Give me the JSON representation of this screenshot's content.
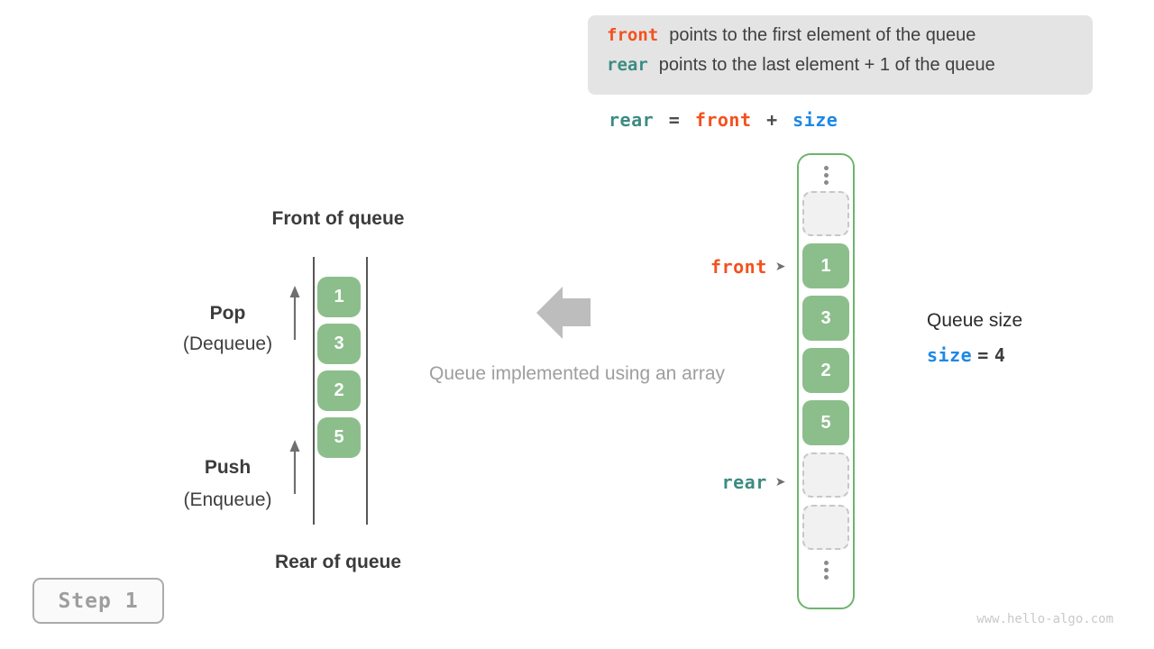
{
  "info_box": {
    "lines": [
      {
        "keyword": "front",
        "text": "points to the first element of the queue"
      },
      {
        "keyword": "rear",
        "text": "points to the last element + 1 of the queue"
      }
    ]
  },
  "formula": {
    "rear": "rear",
    "eq": "=",
    "front": "front",
    "plus": "+",
    "size": "size"
  },
  "left_diagram": {
    "front_label": "Front of queue",
    "rear_label": "Rear of queue",
    "pop": "Pop",
    "pop_sub": "(Dequeue)",
    "push": "Push",
    "push_sub": "(Enqueue)",
    "values": [
      "1",
      "3",
      "2",
      "5"
    ]
  },
  "center": {
    "caption": "Queue implemented using an array"
  },
  "array": {
    "cells": [
      "1",
      "3",
      "2",
      "5"
    ],
    "front_pointer": "front",
    "rear_pointer": "rear",
    "pointer_arrow": "➤"
  },
  "queue_size": {
    "title": "Queue size",
    "var": "size",
    "eq": "=",
    "value": "4"
  },
  "step_badge": "Step 1",
  "watermark": "www.hello-algo.com",
  "colors": {
    "front_orange": "#F4511E",
    "rear_teal": "#3C8C82",
    "size_blue": "#1E88E5",
    "cell_green": "#8CBE8C",
    "array_border_green": "#6EB46E",
    "info_box_bg": "#e4e4e4"
  }
}
